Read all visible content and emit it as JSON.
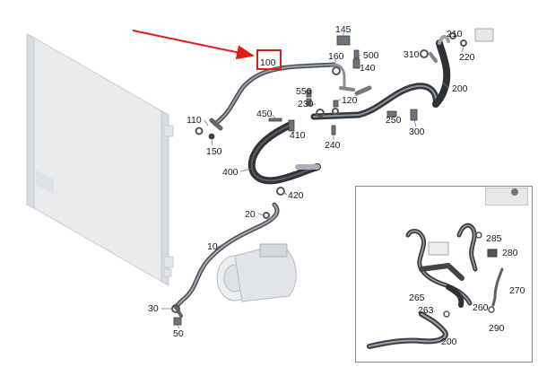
{
  "highlight": {
    "part": "100",
    "color": "#e01b1b"
  },
  "callouts": [
    {
      "id": "c100",
      "text": "100"
    },
    {
      "id": "c145",
      "text": "145"
    },
    {
      "id": "c160",
      "text": "160"
    },
    {
      "id": "c500",
      "text": "500"
    },
    {
      "id": "c140",
      "text": "140"
    },
    {
      "id": "c550",
      "text": "550"
    },
    {
      "id": "c120",
      "text": "120"
    },
    {
      "id": "c230",
      "text": "230"
    },
    {
      "id": "c210",
      "text": "210"
    },
    {
      "id": "c310",
      "text": "310"
    },
    {
      "id": "c220",
      "text": "220"
    },
    {
      "id": "c200a",
      "text": "200"
    },
    {
      "id": "c110",
      "text": "110"
    },
    {
      "id": "c450",
      "text": "450"
    },
    {
      "id": "c410",
      "text": "410"
    },
    {
      "id": "c250",
      "text": "250"
    },
    {
      "id": "c300",
      "text": "300"
    },
    {
      "id": "c240",
      "text": "240"
    },
    {
      "id": "c150",
      "text": "150"
    },
    {
      "id": "c400",
      "text": "400"
    },
    {
      "id": "c420",
      "text": "420"
    },
    {
      "id": "c20",
      "text": "20"
    },
    {
      "id": "c10",
      "text": "10"
    },
    {
      "id": "c30",
      "text": "30"
    },
    {
      "id": "c50",
      "text": "50"
    },
    {
      "id": "c285",
      "text": "285"
    },
    {
      "id": "c280",
      "text": "280"
    },
    {
      "id": "c270",
      "text": "270"
    },
    {
      "id": "c265",
      "text": "265"
    },
    {
      "id": "c263",
      "text": "263"
    },
    {
      "id": "c260",
      "text": "260"
    },
    {
      "id": "c290",
      "text": "290"
    },
    {
      "id": "c200b",
      "text": "200"
    }
  ]
}
